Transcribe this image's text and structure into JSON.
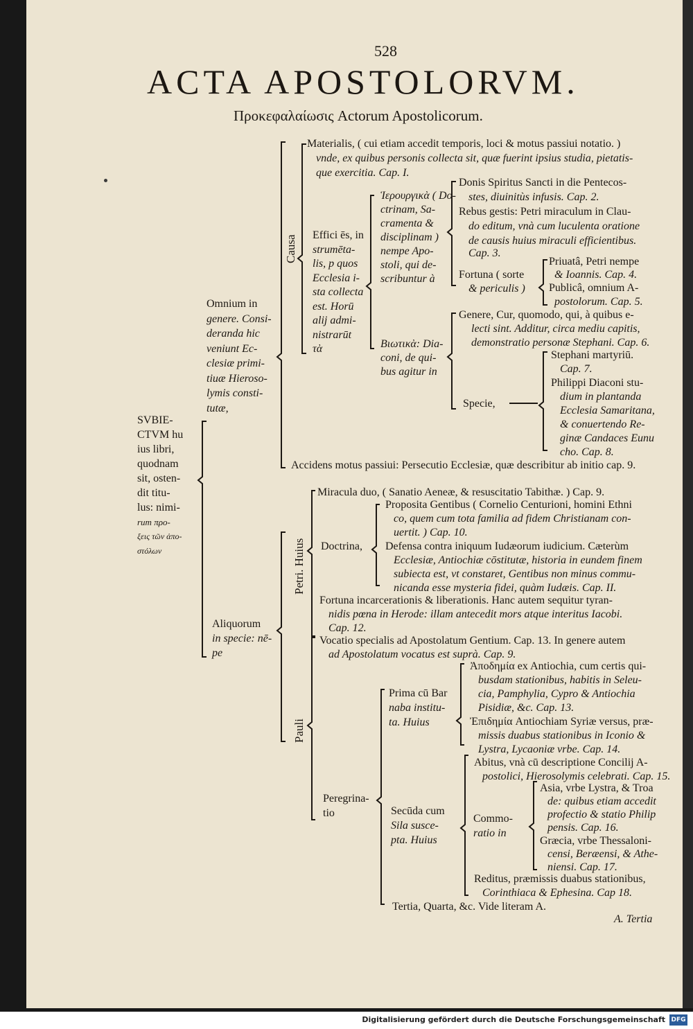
{
  "page": {
    "number": "528",
    "title": "ACTA APOSTOLORVM.",
    "subtitle": "Προκεφαλαίωσις Actorum Apostolicorum."
  },
  "lines": {
    "l1": "Materialis, ( cui etiam accedit temporis, loci & motus passiui notatio. )",
    "l2": "vnde, ex quibus personis collecta sit, quæ fuerint ipsius studia, pietatis-",
    "l3": "que exercitia. Cap. I.",
    "l4": "Donis Spiritus Sancti in die Pentecos-",
    "l5": "stes, diuinitùs infusis. Cap. 2.",
    "l6": "Rebus gestis: Petri miraculum in Clau-",
    "l7": "do editum, vnà cum luculenta oratione",
    "l8": "de causis huius miraculi efficientibus.",
    "l9": "Cap. 3.",
    "l10": "Priuatâ, Petri nempe",
    "l11": "& Ioannis. Cap. 4.",
    "l12": "Publicâ, omnium A-",
    "l13": "postolorum. Cap. 5.",
    "l14": "Fortuna ( sorte",
    "l15": "& periculis )",
    "l16": "Genere, Cur, quomodo, qui, à quibus e-",
    "l17": "lecti sint. Additur, circa mediu capitis,",
    "l18": "demonstratio personæ Stephani. Cap. 6.",
    "l19": "Stephani martyriū.",
    "l20": "Cap. 7.",
    "l21": "Philippi Diaconi stu-",
    "l22": "dium in plantanda",
    "l23": "Ecclesia Samaritana,",
    "l24": "& conuertendo Re-",
    "l25": "ginæ Candaces Eunu",
    "l26": "cho. Cap. 8.",
    "l27": "Specie,",
    "l28": "Accidens motus passiui: Persecutio Ecclesiæ, quæ describitur ab initio cap. 9.",
    "l29": "Miracula duo, ( Sanatio Aeneæ, & resuscitatio Tabithæ. ) Cap. 9.",
    "l30": "Proposita Gentibus ( Cornelio Centurioni, homini Ethni",
    "l31": "co, quem cum tota familia ad fidem Christianam con-",
    "l32": "uertit. ) Cap. 10.",
    "l33": "Doctrina,",
    "l34": "Defensa contra iniquum Iudæorum iudicium. Cæterùm",
    "l35": "Ecclesiæ, Antiochiæ cōstitutæ, historia in eundem finem",
    "l36": "subiecta est, vt constaret, Gentibus non minus commu-",
    "l37": "nicanda esse mysteria fidei, quàm Iudæis. Cap. II.",
    "l38": "Fortuna incarcerationis & liberationis. Hanc autem sequitur tyran-",
    "l39": "nidis pœna in Herode: illam antecedit mors atque interitus Iacobi.",
    "l40": "Cap. 12.",
    "l41": "Vocatio specialis ad Apostolatum Gentium. Cap. 13. In genere autem",
    "l42": "ad Apostolatum vocatus est suprà. Cap. 9.",
    "l43": "Ἀποδημία ex Antiochia, cum certis qui-",
    "l44": "busdam stationibus, habitis in Seleu-",
    "l45": "cia, Pamphylia, Cypro & Antiochia",
    "l46": "Pisidiæ, &c. Cap. 13.",
    "l47": "Ἐπιδημία Antiochiam Syriæ versus, præ-",
    "l48": "missis duabus stationibus in Iconio &",
    "l49": "Lystra, Lycaoniæ vrbe. Cap. 14.",
    "l50": "Abitus, vnà cū descriptione Concilij A-",
    "l51": "postolici, Hierosolymis celebrati. Cap. 15.",
    "l52": "Asia, vrbe Lystra, & Troa",
    "l53": "de: quibus etiam accedit",
    "l54": "profectio & statio Philip",
    "l55": "pensis. Cap. 16.",
    "l56": "Græcia, vrbe Thessaloni-",
    "l57": "censi, Beræensi, & Athe-",
    "l58": "niensi. Cap. 17.",
    "l59": "Reditus, præmissis duabus stationibus,",
    "l60": "Corinthiaca & Ephesina. Cap 18.",
    "l61": "Tertia, Quarta, &c. Vide literam A.",
    "l62": "A. Tertia"
  },
  "nodes": {
    "subiectum": [
      "SVBIE-",
      "CTVM hu",
      "ius libri,",
      "quodnam",
      "sit, osten-",
      "dit titu-",
      "lus: nimi-",
      "rum προ-",
      "ξεις τῶν ἀπο-",
      "στόλων"
    ],
    "omnium": [
      "Omnium in",
      "genere. Consi-",
      "deranda hic",
      "veniunt Ec-",
      "clesiæ primi-",
      "tiuæ Hieroso-",
      "lymis consti-",
      "tutæ,"
    ],
    "efficiens": [
      "Effici ēs, in",
      "strumēta-",
      "lis, p quos",
      "Ecclesia i-",
      "sta collecta",
      "est. Horū",
      "alij admi-",
      "nistrarūt",
      "τὰ"
    ],
    "ierourgika": [
      "Ἱερουργικὰ ( Do-",
      "ctrinam, Sa-",
      "cramenta &",
      "disciplinam )",
      "nempe Apo-",
      "stoli, qui de-",
      "scribuntur à"
    ],
    "biotika": [
      "Βιωτικὰ: Dia-",
      "coni, de qui-",
      "bus agitur in"
    ],
    "aliquorum": [
      "Aliquorum",
      "in specie: nē-",
      "pe"
    ],
    "prima": [
      "Prima cū Bar",
      "naba institu-",
      "ta. Huius"
    ],
    "peregrinatio": [
      "Peregrina-",
      "tio"
    ],
    "secunda": [
      "Secūda cum",
      "Sila susce-",
      "pta. Huius"
    ],
    "commoratio": [
      "Commo-",
      "ratio in"
    ]
  },
  "rotated": {
    "causa": "Causa",
    "petri": "Petri. Huius",
    "pauli": "Pauli"
  },
  "footer": {
    "text": "Digitalisierung gefördert durch die Deutsche Forschungsgemeinschaft",
    "badge": "DFG"
  }
}
